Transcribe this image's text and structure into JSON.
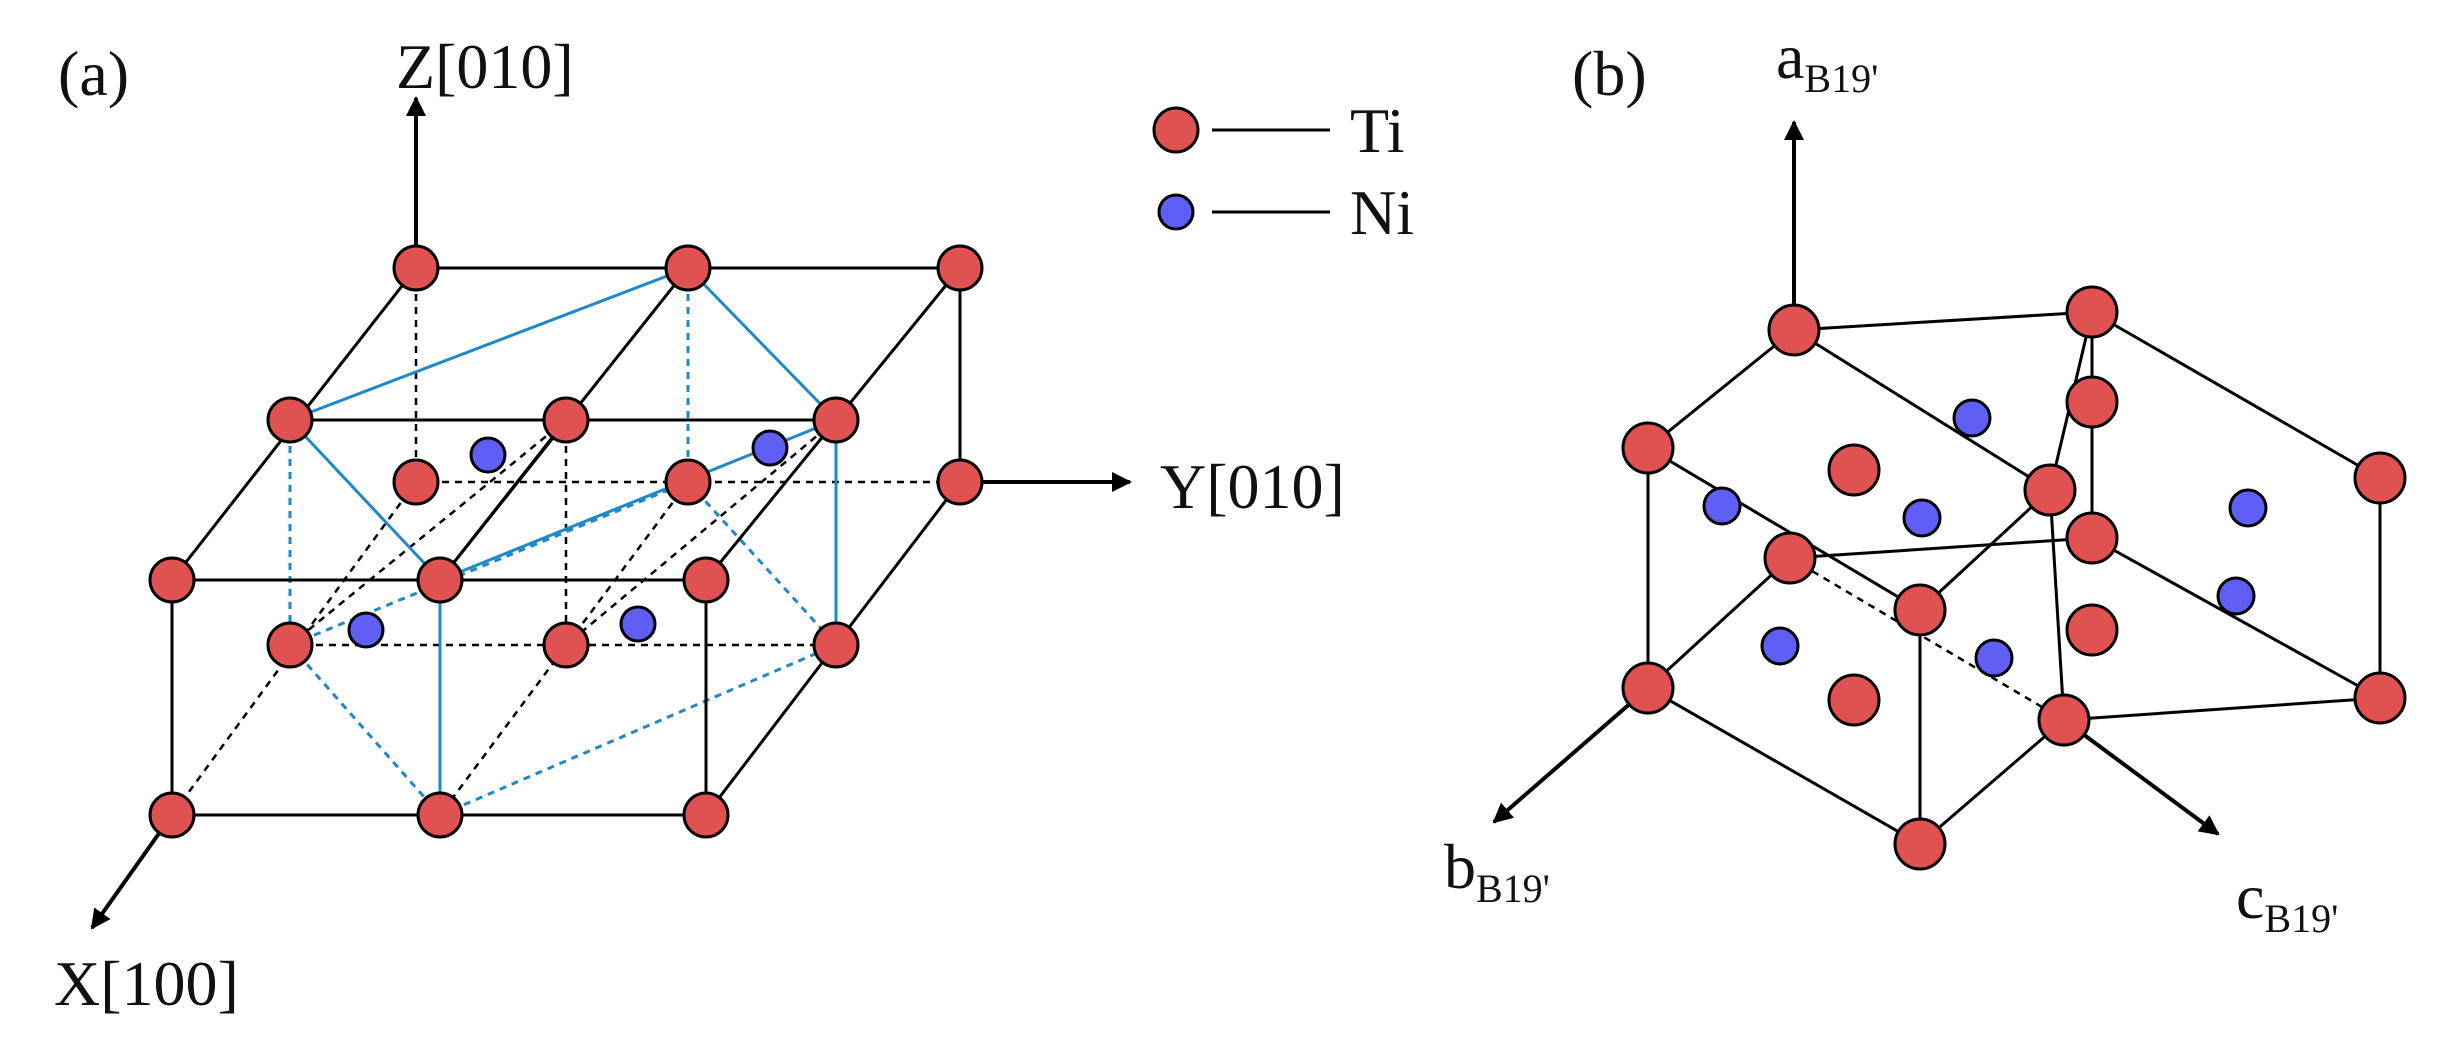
{
  "panels": {
    "a": {
      "label": "(a)",
      "axes": {
        "z": "Z[010]",
        "y": "Y[010]",
        "x": "X[100]"
      }
    },
    "b": {
      "label": "(b)",
      "axes": {
        "a": {
          "main": "a",
          "sub": "B19'"
        },
        "b": {
          "main": "b",
          "sub": "B19'"
        },
        "c": {
          "main": "c",
          "sub": "B19'"
        }
      }
    }
  },
  "legend": {
    "items": [
      {
        "element": "Ti",
        "color": "#e05252"
      },
      {
        "element": "Ni",
        "color": "#5f5ff5"
      }
    ]
  },
  "colors": {
    "ti": "#e05252",
    "ni": "#5f5ff5",
    "blue_line": "#1e88c8",
    "line": "#000000"
  }
}
